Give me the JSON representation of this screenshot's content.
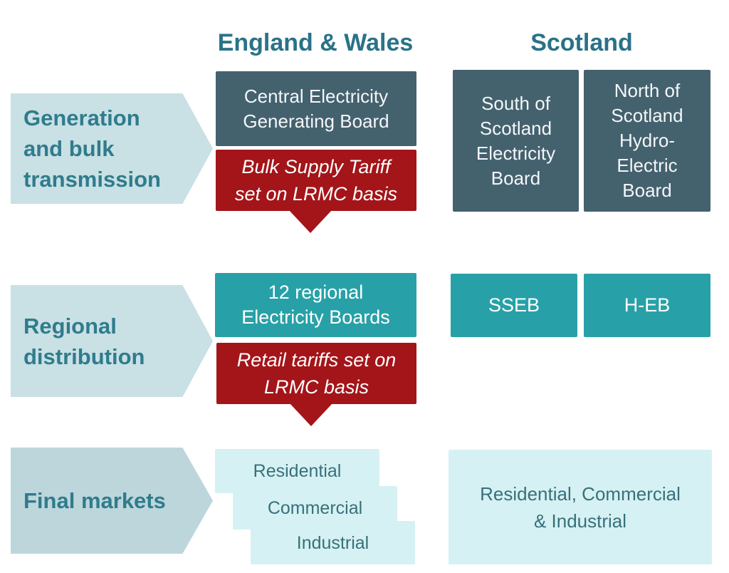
{
  "headers": {
    "england_wales": "England & Wales",
    "scotland": "Scotland"
  },
  "stages": {
    "generation": {
      "label": "Generation and bulk transmission",
      "label_lines": [
        "Generation",
        "and bulk",
        "transmission"
      ],
      "cegb": "Central Electricity Generating Board",
      "cegb_lines": [
        "Central Electricity",
        "Generating Board"
      ],
      "tariff_note": "Bulk Supply Tariff set on LRMC basis",
      "tariff_lines": [
        "Bulk Supply Tariff",
        "set on LRMC basis"
      ],
      "south_board": "South of Scotland Electricity Board",
      "south_lines": [
        "South of",
        "Scotland",
        "Electricity",
        "Board"
      ],
      "north_board": "North of Scotland Hydro-Electric Board",
      "north_lines": [
        "North of",
        "Scotland",
        "Hydro-",
        "Electric",
        "Board"
      ]
    },
    "distribution": {
      "label": "Regional distribution",
      "label_lines": [
        "Regional",
        "distribution"
      ],
      "board": "12 regional Electricity Boards",
      "board_lines": [
        "12 regional",
        "Electricity Boards"
      ],
      "tariff_note": "Retail tariffs set on LRMC basis",
      "tariff_lines": [
        "Retail tariffs set on",
        "LRMC basis"
      ],
      "sseb": "SSEB",
      "heb": "H-EB"
    },
    "final_markets": {
      "label": "Final markets",
      "england_wales": [
        "Residential",
        "Commercial",
        "Industrial"
      ],
      "scotland": "Residential, Commercial & Industrial",
      "scotland_lines": [
        "Residential, Commercial",
        "& Industrial"
      ]
    }
  },
  "colors": {
    "heading_teal": "#2a7287",
    "stage_arrow_fill": "#c9e0e5",
    "stage_arrow_fill_final": "#bdd6dc",
    "stage_arrow_text": "#2f7c8c",
    "board_box_dark": "#44616e",
    "tariff_box_red": "#a31519",
    "board_box_teal": "#27a1a7",
    "market_box_light": "#d6f1f3",
    "market_text": "#37707b"
  }
}
